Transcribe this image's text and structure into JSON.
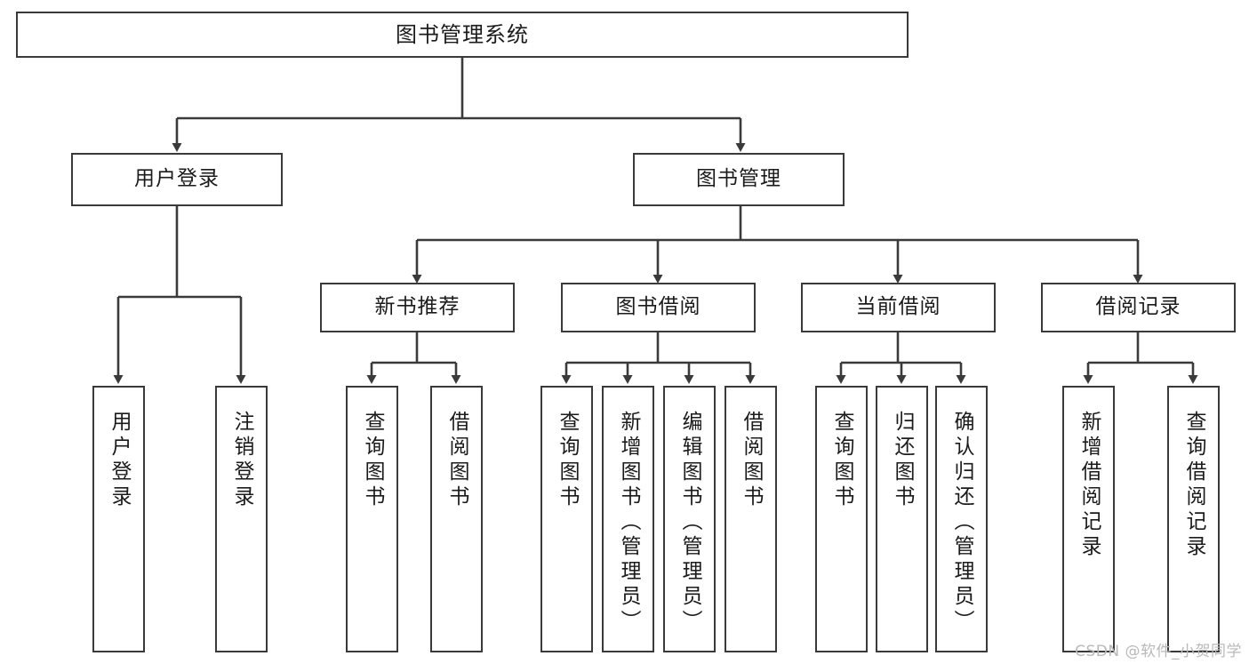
{
  "diagram": {
    "title": "图书管理系统",
    "type": "tree-hierarchy-chart",
    "root": {
      "label": "图书管理系统"
    },
    "level2": [
      {
        "label": "用户登录"
      },
      {
        "label": "图书管理"
      }
    ],
    "level3": [
      {
        "label": "新书推荐"
      },
      {
        "label": "图书借阅"
      },
      {
        "label": "当前借阅"
      },
      {
        "label": "借阅记录"
      }
    ],
    "leaves": {
      "user_login": [
        {
          "label": "用户登录"
        },
        {
          "label": "注销登录"
        }
      ],
      "new_book_recommend": [
        {
          "label": "查询图书"
        },
        {
          "label": "借阅图书"
        }
      ],
      "book_borrow": [
        {
          "label": "查询图书"
        },
        {
          "label": "新增图书（管理员）"
        },
        {
          "label": "编辑图书（管理员）"
        },
        {
          "label": "借阅图书"
        }
      ],
      "current_borrow": [
        {
          "label": "查询图书"
        },
        {
          "label": "归还图书"
        },
        {
          "label": "确认归还（管理员）"
        }
      ],
      "borrow_record": [
        {
          "label": "新增借阅记录"
        },
        {
          "label": "查询借阅记录"
        }
      ]
    }
  },
  "watermark": {
    "text": "CSDN @软件_小贺同学"
  },
  "colors": {
    "border": "#3a3a3a",
    "background": "#ffffff",
    "text": "#1b1b1b",
    "watermark": "#b9b9b9"
  }
}
